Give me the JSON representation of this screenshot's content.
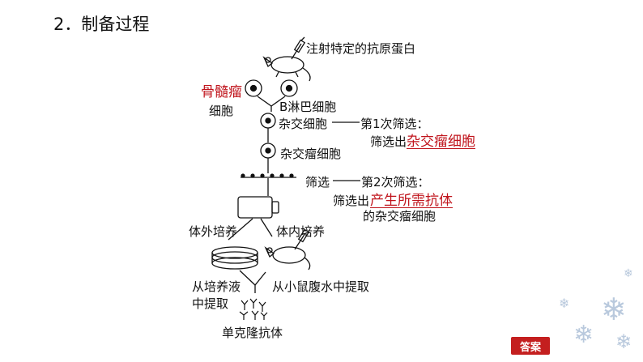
{
  "heading": "2．制备过程",
  "labels": {
    "inject": "注射特定的抗原蛋白",
    "myeloma": "骨髓瘤",
    "myeloma_cell": "细胞",
    "b_cell": "B淋巴细胞",
    "hybrid_cell": "杂交细胞",
    "first_screen_title": "第1次筛选：",
    "first_screen_prefix": "筛选出",
    "first_screen_target": "杂交瘤细胞",
    "hybridoma": "杂交瘤细胞",
    "screen": "筛选",
    "second_screen_title": "第2次筛选：",
    "second_screen_prefix": "筛选出",
    "second_screen_target": "产生所需抗体",
    "second_screen_suffix": "的杂交瘤细胞",
    "in_vitro": "体外培养",
    "in_vivo": "体内培养",
    "from_culture_1": "从培养液",
    "from_culture_2": "中提取",
    "from_mouse": "从小鼠腹水中提取",
    "product": "单克隆抗体"
  },
  "answer_button": "答案",
  "colors": {
    "accent": "#c0141c",
    "button": "#c41f1f"
  }
}
